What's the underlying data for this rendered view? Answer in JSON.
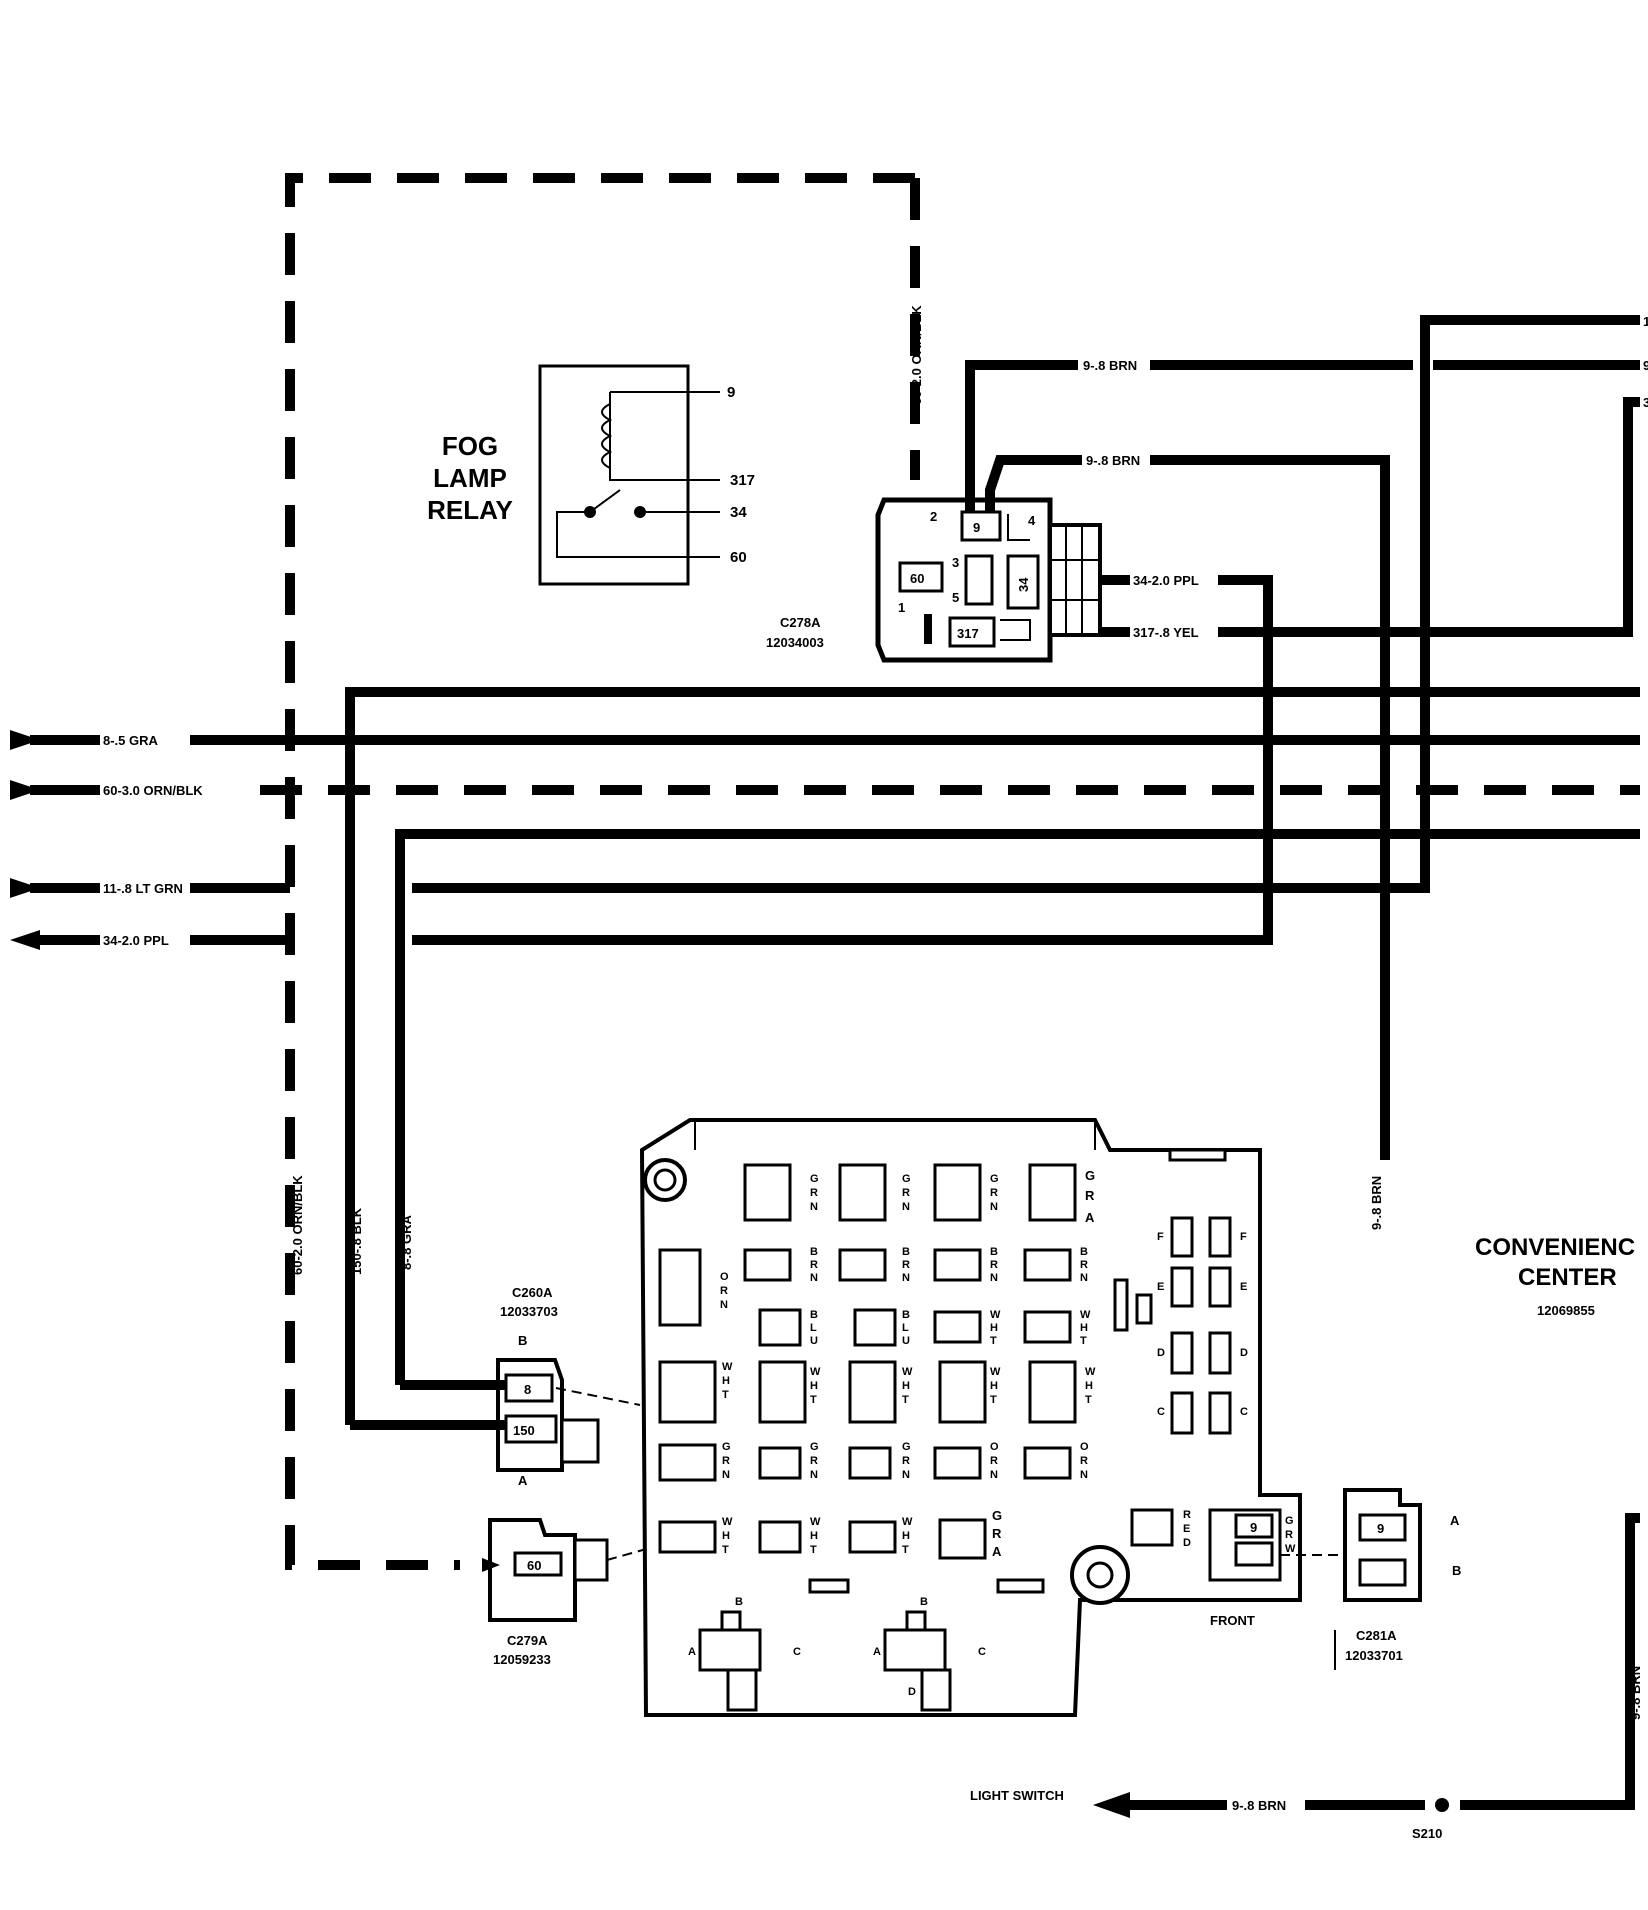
{
  "relay": {
    "title_lines": [
      "FOG",
      "LAMP",
      "RELAY"
    ],
    "pin_9": "9",
    "pin_317": "317",
    "pin_34": "34",
    "pin_60": "60"
  },
  "c278a": {
    "name": "C278A",
    "part": "12034003",
    "cav_2": "2",
    "cav_9": "9",
    "cav_4": "4",
    "cav_60": "60",
    "cav_3": "3",
    "cav_34": "34",
    "cav_5": "5",
    "cav_1": "1",
    "cav_317": "317"
  },
  "wires": {
    "top_9_brn_a": "9-.8 BRN",
    "top_9_brn_b": "9-.8 BRN",
    "w34_ppl_right": "34-2.0 PPL",
    "w317_yel": "317-.8 YEL",
    "vert_60_orn_top": "60-2.0 ORN/BLK",
    "vert_60_orn_left": "60-2.0 ORN/BLK",
    "vert_150_blk": "150-.8 BLK",
    "vert_8_gra": "8-.8 GRA",
    "vert_9_brn": "9-.8 BRN",
    "vert_9_brn_right": "9-.8 BRN",
    "bottom_9_brn": "9-.8 BRN"
  },
  "left_bus": [
    {
      "label": "8-.5 GRA"
    },
    {
      "label": "60-3.0 ORN/BLK"
    },
    {
      "label": "11-.8 LT GRN"
    },
    {
      "label": "34-2.0 PPL"
    }
  ],
  "right_pins": {
    "p1": "1",
    "p9": "9",
    "p3": "3"
  },
  "c260a": {
    "name": "C260A",
    "part": "12033703",
    "side_b": "B",
    "side_a": "A",
    "cav_8": "8",
    "cav_150": "150"
  },
  "c279a": {
    "name": "C279A",
    "part": "12059233",
    "cav_60": "60"
  },
  "c281a": {
    "name": "C281A",
    "part": "12033701",
    "side_a": "A",
    "side_b": "B",
    "cav_9": "9"
  },
  "center": {
    "title_line1": "CONVENIENC",
    "title_line2": "CENTER",
    "part": "12069855",
    "front": "FRONT",
    "front_cav": "9"
  },
  "slot_colors": {
    "gra": [
      "G",
      "R",
      "A"
    ],
    "grn": [
      "G",
      "R",
      "N"
    ],
    "brn": [
      "B",
      "R",
      "N"
    ],
    "orn": [
      "O",
      "R",
      "N"
    ],
    "blu": [
      "B",
      "L",
      "U"
    ],
    "wht": [
      "W",
      "H",
      "T"
    ],
    "red": [
      "R",
      "E",
      "D"
    ],
    "grw": [
      "G",
      "R",
      "W"
    ]
  },
  "letters": {
    "a": "A",
    "b": "B",
    "c": "C",
    "d": "D",
    "e": "E",
    "f": "F"
  },
  "bottom": {
    "light_switch": "LIGHT SWITCH",
    "splice": "S210"
  }
}
